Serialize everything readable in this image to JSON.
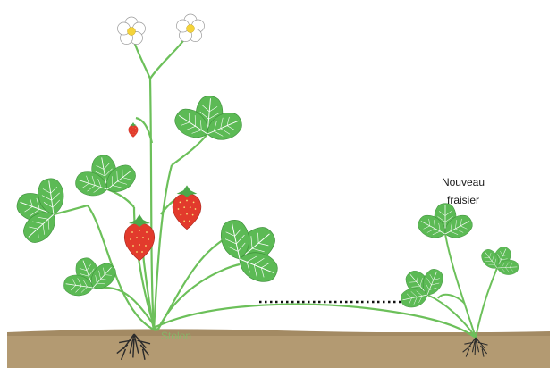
{
  "labels": {
    "new_plant_line1": "Nouveau",
    "new_plant_line2": "fraisier",
    "stolon_watermark": "Stolon"
  },
  "colors": {
    "soil": "#b39a72",
    "soil_dark": "#8f7552",
    "stem": "#6cc05a",
    "leaf": "#5cba55",
    "leaf_vein": "#ffffff",
    "strawberry": "#e23a2c",
    "petal": "#ffffff",
    "flower_center": "#f4d33a",
    "roots": "#2b2b2b",
    "dotted_line": "#111111"
  },
  "icons": [
    "strawberry-plant",
    "flower",
    "strawberry-fruit",
    "leaf-trifoliate",
    "roots"
  ]
}
